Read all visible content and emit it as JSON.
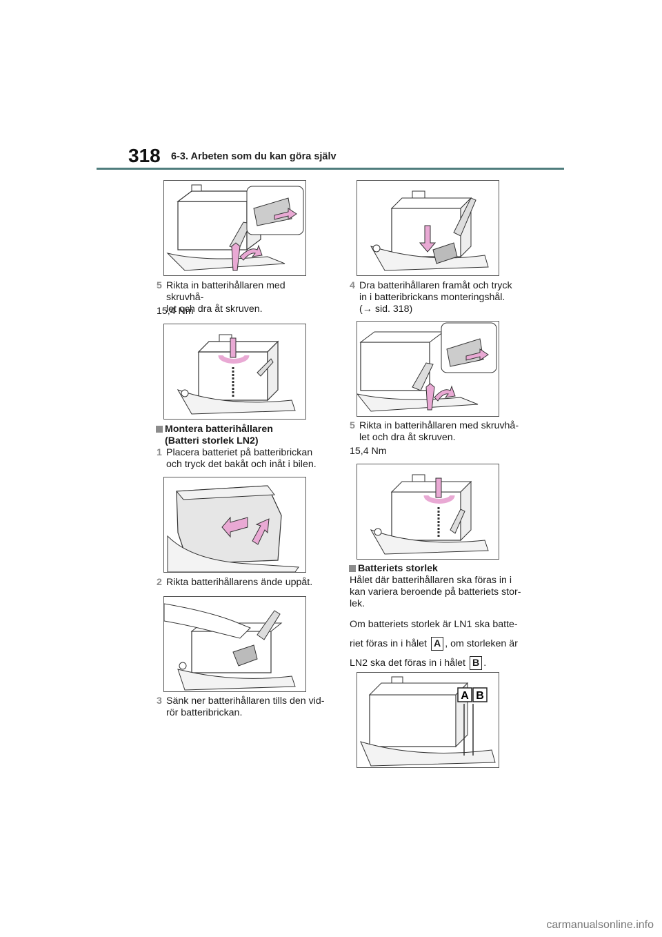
{
  "header": {
    "page_number": "318",
    "section": "6-3. Arbeten som du kan göra själv"
  },
  "left": {
    "step5": {
      "num": "5",
      "text_l1": "Rikta in batterihållaren med skruvhå-",
      "text_l2": "let och dra åt skruven."
    },
    "torque1": "15,4 Nm",
    "heading": {
      "l1": "Montera batterihållaren",
      "l2": "(Batteri storlek LN2)"
    },
    "step1": {
      "num": "1",
      "text_l1": "Placera batteriet på batteribrickan",
      "text_l2": "och tryck det bakåt och inåt i bilen."
    },
    "step2": {
      "num": "2",
      "text_l1": "Rikta batterihållarens ände uppåt."
    },
    "step3": {
      "num": "3",
      "text_l1": "Sänk ner batterihållaren tills den vid-",
      "text_l2": "rör batteribrickan."
    }
  },
  "right": {
    "step4": {
      "num": "4",
      "text_l1": "Dra batterihållaren framåt och tryck",
      "text_l2": "in i batteribrickans monteringshål.",
      "text_l3": "(→ sid. 318)"
    },
    "step5": {
      "num": "5",
      "text_l1": "Rikta in batterihållaren med skruvhå-",
      "text_l2": "let och dra åt skruven."
    },
    "torque2": "15,4 Nm",
    "heading": {
      "l1": "Batteriets storlek"
    },
    "para1": {
      "l1": "Hålet där batterihållaren ska föras in i",
      "l2": "kan variera beroende på batteriets stor-",
      "l3": "lek."
    },
    "para2": {
      "l1": "Om batteriets storlek är LN1 ska batte-",
      "l2_pre": "riet föras in i hålet",
      "l2_box": "A",
      "l2_post": ", om storleken är",
      "l3_pre": "LN2 ska det föras in i hålet",
      "l3_box": "B",
      "l3_post": "."
    },
    "fig_labels": {
      "a": "A",
      "b": "B"
    }
  },
  "watermark": "carmanualsonline.info",
  "colors": {
    "rule": "#4f7d7d",
    "arrow": "#e9a9d4",
    "step_num": "#8c8c8c"
  }
}
